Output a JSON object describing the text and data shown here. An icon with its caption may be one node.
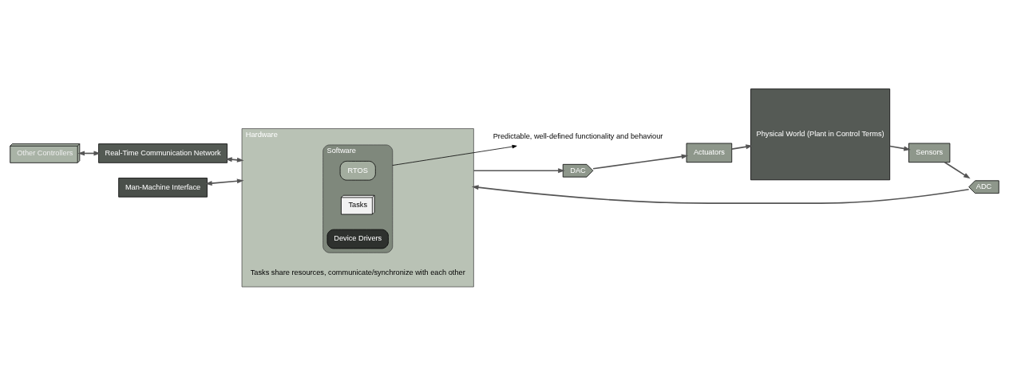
{
  "diagram": {
    "nodes": [
      {
        "text": [
          "Other Controllers"
        ]
      },
      {
        "text": [
          "Man-Machine Interface"
        ]
      },
      {
        "text": [
          "Predictable, well-defined functionality and behaviour"
        ]
      },
      {
        "text": [
          "Hardware"
        ]
      },
      {
        "text": [
          "Software"
        ],
        "in": 3
      },
      {
        "text": [
          "RTOS"
        ],
        "in": 4
      },
      {
        "text": [
          "Tasks"
        ],
        "in": 4
      },
      {
        "text": [
          "Device Drivers"
        ],
        "in": 4
      },
      {
        "text": [
          "Real-Time Communication Network"
        ]
      },
      {
        "text": [
          "DAC"
        ]
      },
      {
        "text": [
          "Actuators"
        ]
      },
      {
        "text": [
          "Physical World (Plant in Control Terms)"
        ]
      },
      {
        "text": [
          "ADC"
        ]
      },
      {
        "text": [
          "Sensors"
        ]
      }
    ],
    "edges": [
      {
        "from": 0,
        "to": 8,
        "arrow": "both"
      },
      {
        "from": 1,
        "to": 3,
        "arrow": "both"
      },
      {
        "from": 8,
        "to": 3,
        "arrow": "both"
      },
      {
        "from": 4,
        "to": 2,
        "arrow": "to"
      },
      {
        "from": 3,
        "to": 9,
        "arrow": "to"
      },
      {
        "from": 9,
        "to": 10,
        "arrow": "to"
      },
      {
        "from": 10,
        "to": 11,
        "arrow": "to"
      },
      {
        "from": 11,
        "to": 13,
        "arrow": "to"
      },
      {
        "from": 13,
        "to": 12,
        "arrow": "to"
      },
      {
        "from": 12,
        "to": 3,
        "arrow": "to"
      }
    ],
    "labels": [
      "Tasks share resources, communicate/synchronize with each other"
    ]
  }
}
